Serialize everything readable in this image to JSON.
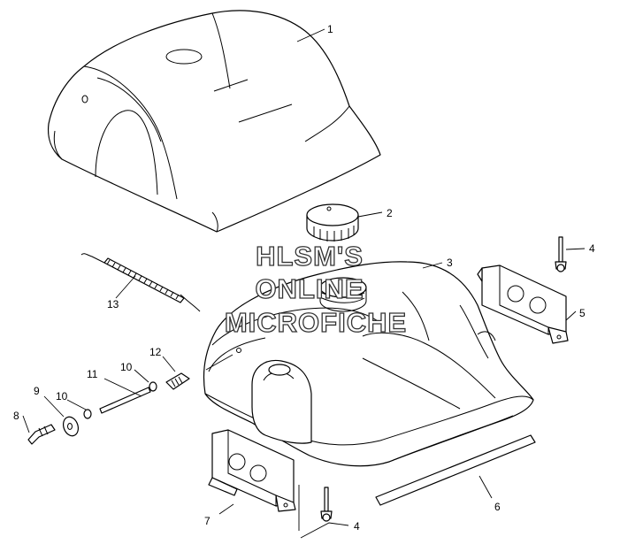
{
  "watermark": {
    "line1": "HLSM'S",
    "line2": "ONLINE",
    "line3": "MICROFICHE",
    "stroke_color": "#333333"
  },
  "callouts": [
    {
      "id": "c1",
      "label": "1"
    },
    {
      "id": "c2",
      "label": "2"
    },
    {
      "id": "c3",
      "label": "3"
    },
    {
      "id": "c4a",
      "label": "4"
    },
    {
      "id": "c4b",
      "label": "4"
    },
    {
      "id": "c5",
      "label": "5"
    },
    {
      "id": "c6",
      "label": "6"
    },
    {
      "id": "c7",
      "label": "7"
    },
    {
      "id": "c8",
      "label": "8"
    },
    {
      "id": "c9",
      "label": "9"
    },
    {
      "id": "c10a",
      "label": "10"
    },
    {
      "id": "c10b",
      "label": "10"
    },
    {
      "id": "c11",
      "label": "11"
    },
    {
      "id": "c12",
      "label": "12"
    },
    {
      "id": "c13",
      "label": "13"
    }
  ],
  "parts": [
    {
      "name": "tank-cover",
      "icon": "tank-cover-icon"
    },
    {
      "name": "filler-cap",
      "icon": "filler-cap-icon"
    },
    {
      "name": "fuel-tank",
      "icon": "fuel-tank-icon"
    },
    {
      "name": "rivet",
      "icon": "rivet-icon"
    },
    {
      "name": "tank-bracket",
      "icon": "bracket-icon"
    },
    {
      "name": "rubber-strip",
      "icon": "strip-icon"
    },
    {
      "name": "spring",
      "icon": "spring-icon"
    },
    {
      "name": "fuel-line-fittings",
      "icon": "fitting-icon"
    }
  ],
  "colors": {
    "line": "#000000",
    "background": "#ffffff"
  }
}
